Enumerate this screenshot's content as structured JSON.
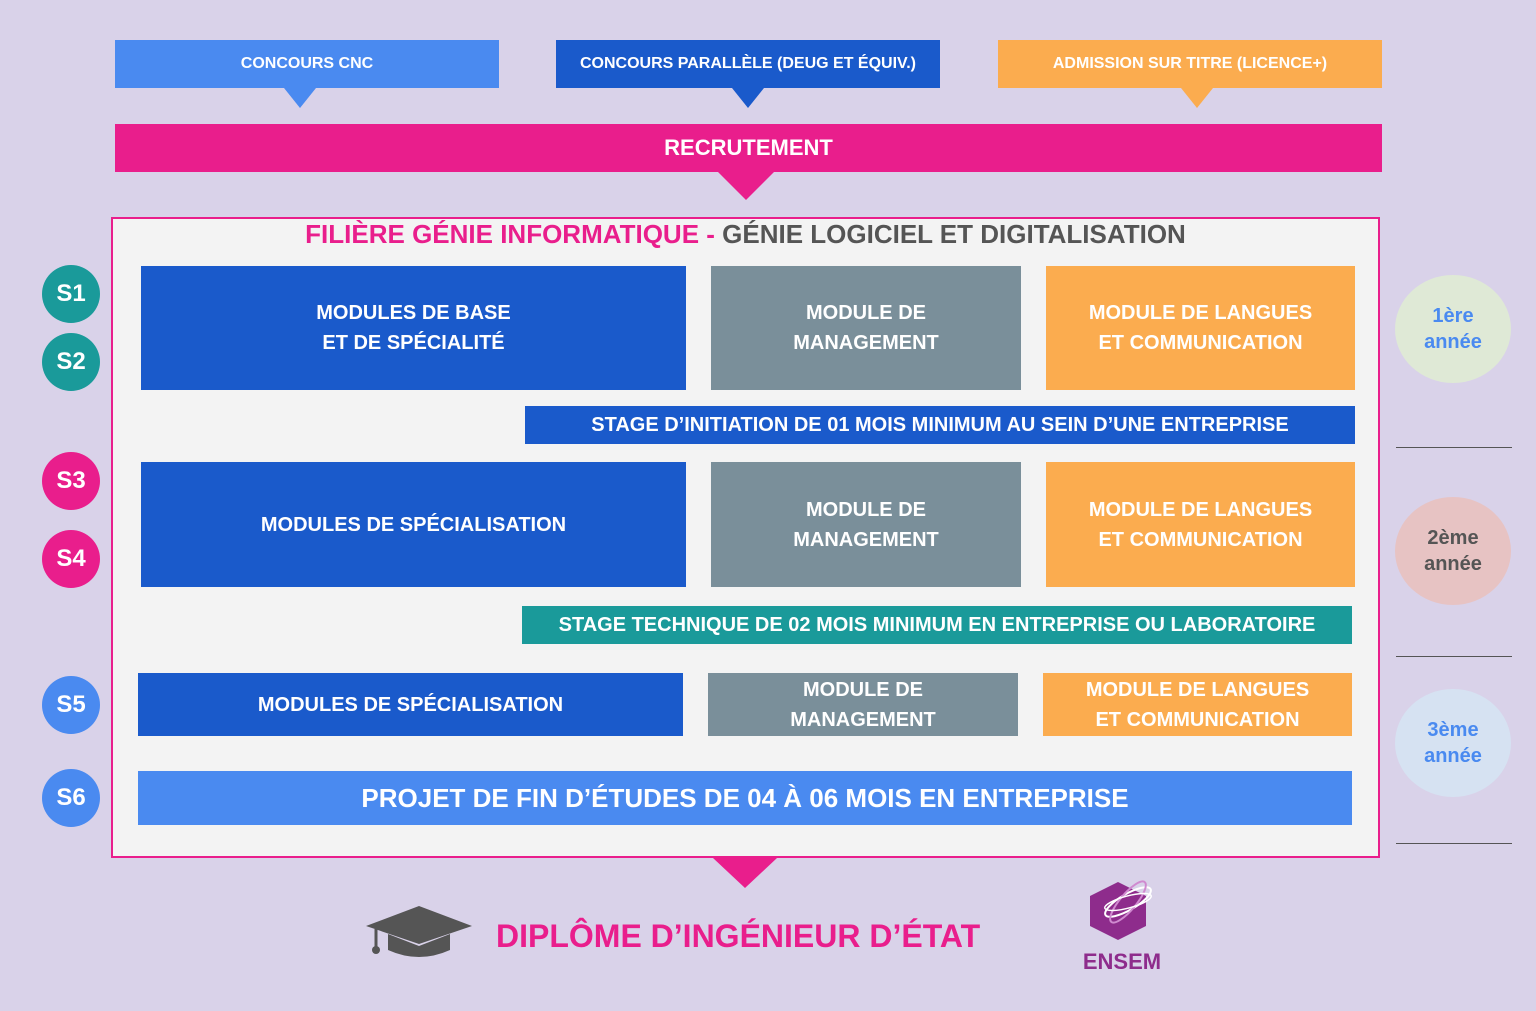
{
  "admission": [
    {
      "label": "CONCOURS CNC",
      "color": "#4a8af0"
    },
    {
      "label": "CONCOURS PARALLÈLE (DEUG ET ÉQUIV.)",
      "color": "#1a5acb"
    },
    {
      "label": "ADMISSION SUR TITRE (LICENCE+)",
      "color": "#fbac4f"
    }
  ],
  "recruitment": "RECRUTEMENT",
  "program": {
    "title_part1": "FILIÈRE GÉNIE INFORMATIQUE - ",
    "title_part2": "GÉNIE LOGICIEL ET DIGITALISATION",
    "row1": {
      "main": "MODULES DE BASE\nET DE SPÉCIALITÉ",
      "management": "MODULE DE\nMANAGEMENT",
      "languages": "MODULE DE LANGUES\nET COMMUNICATION"
    },
    "internship1": "STAGE D’INITIATION DE 01 MOIS MINIMUM AU SEIN D’UNE ENTREPRISE",
    "row2": {
      "main": "MODULES DE SPÉCIALISATION",
      "management": "MODULE DE\nMANAGEMENT",
      "languages": "MODULE DE LANGUES\nET COMMUNICATION"
    },
    "internship2": "STAGE TECHNIQUE DE 02 MOIS MINIMUM EN ENTREPRISE OU LABORATOIRE",
    "row3": {
      "main": "MODULES DE SPÉCIALISATION",
      "management": "MODULE DE\nMANAGEMENT",
      "languages": "MODULE DE LANGUES\nET COMMUNICATION"
    },
    "final_project": "PROJET DE FIN D’ÉTUDES DE 04 À 06 MOIS EN ENTREPRISE"
  },
  "semesters": [
    "S1",
    "S2",
    "S3",
    "S4",
    "S5",
    "S6"
  ],
  "years": [
    "1ère\nannée",
    "2ème\nannée",
    "3ème\nannée"
  ],
  "diploma": "DIPLÔME D’INGÉNIEUR D’ÉTAT",
  "logo_text": "ENSEM",
  "colors": {
    "magenta": "#e91e8c",
    "blue_dark": "#1a5acb",
    "blue_light": "#4a8af0",
    "gray": "#7a8f9a",
    "orange": "#fbac4f",
    "teal": "#1a9a9a",
    "logo_purple": "#8e2c8c"
  }
}
